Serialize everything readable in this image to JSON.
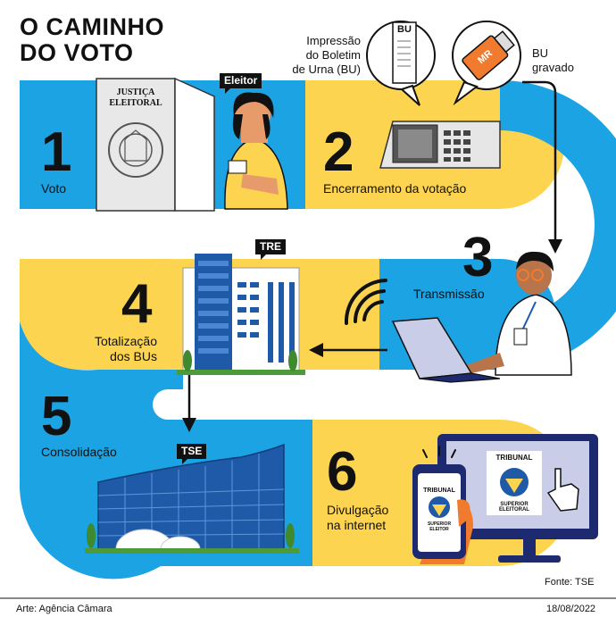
{
  "title": {
    "line1": "O CAMINHO",
    "line2": "DO VOTO"
  },
  "steps": [
    {
      "number": "1",
      "label": "Voto"
    },
    {
      "number": "2",
      "label": "Encerramento da votação"
    },
    {
      "number": "3",
      "label": "Transmissão"
    },
    {
      "number": "4",
      "label_line1": "Totalização",
      "label_line2": "dos BUs"
    },
    {
      "number": "5",
      "label": "Consolidação"
    },
    {
      "number": "6",
      "label_line1": "Divulgação",
      "label_line2": "na internet"
    }
  ],
  "tags": {
    "voter": "Eleitor",
    "tre": "TRE",
    "tse": "TSE"
  },
  "bubbles": {
    "print_line1": "Impressão",
    "print_line2": "do Boletim",
    "print_line3": "de Urna (BU)",
    "bu_doc": "BU",
    "mr_card": "MR",
    "saved_line1": "BU",
    "saved_line2": "gravado"
  },
  "booklet": {
    "line1": "JUSTIÇA",
    "line2": "ELEITORAL"
  },
  "tse_logo": {
    "top": "TRIBUNAL",
    "bottom": "SUPERIOR ELEITORAL"
  },
  "phone_logo": {
    "top": "TRIBUNAL",
    "bottom": "SUPERIOR ELEITOR"
  },
  "source": "Fonte: TSE",
  "credit": "Arte: Agência Câmara",
  "date": "18/08/2022",
  "colors": {
    "blue": "#1ba3e3",
    "yellow": "#fdd44f",
    "dark": "#111111",
    "building_blue": "#1e5aa8"
  }
}
